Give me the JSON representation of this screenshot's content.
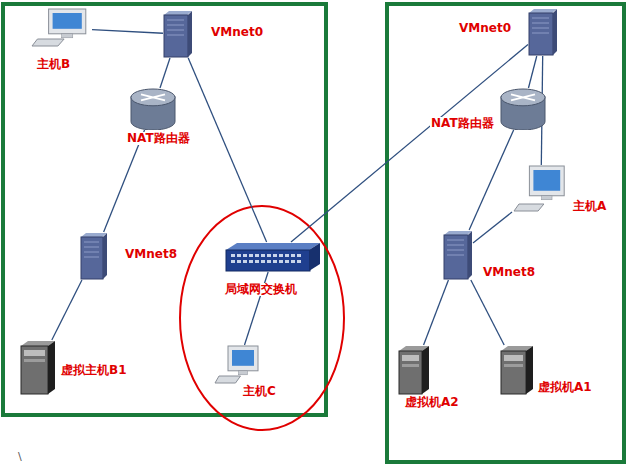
{
  "diagram": {
    "nodes": [
      {
        "text": [
          "主机B"
        ]
      },
      {
        "text": [
          "VMnet0"
        ]
      },
      {
        "text": [
          "NAT路由器"
        ]
      },
      {
        "text": [
          "VMnet8"
        ]
      },
      {
        "text": [
          "虚拟主机B1"
        ]
      },
      {
        "text": [
          "局域网交换机"
        ]
      },
      {
        "text": [
          "主机C"
        ]
      },
      {
        "text": [
          "VMnet0"
        ]
      },
      {
        "text": [
          "NAT路由器"
        ]
      },
      {
        "text": [
          "主机A"
        ]
      },
      {
        "text": [
          "VMnet8"
        ]
      },
      {
        "text": [
          "虚拟机A2"
        ]
      },
      {
        "text": [
          "虚拟机A1"
        ]
      }
    ],
    "edges": [
      {
        "from": 0,
        "to": 1,
        "arrow": "none"
      },
      {
        "from": 1,
        "to": 2,
        "arrow": "none"
      },
      {
        "from": 1,
        "to": 5,
        "arrow": "none"
      },
      {
        "from": 2,
        "to": 3,
        "arrow": "none"
      },
      {
        "from": 3,
        "to": 4,
        "arrow": "none"
      },
      {
        "from": 5,
        "to": 6,
        "arrow": "none"
      },
      {
        "from": 5,
        "to": 7,
        "arrow": "none"
      },
      {
        "from": 7,
        "to": 8,
        "arrow": "none"
      },
      {
        "from": 7,
        "to": 9,
        "arrow": "none"
      },
      {
        "from": 8,
        "to": 10,
        "arrow": "none"
      },
      {
        "from": 10,
        "to": 9,
        "arrow": "none"
      },
      {
        "from": 10,
        "to": 11,
        "arrow": "none"
      },
      {
        "from": 10,
        "to": 12,
        "arrow": "none"
      }
    ],
    "labels": [
      "\\"
    ]
  }
}
